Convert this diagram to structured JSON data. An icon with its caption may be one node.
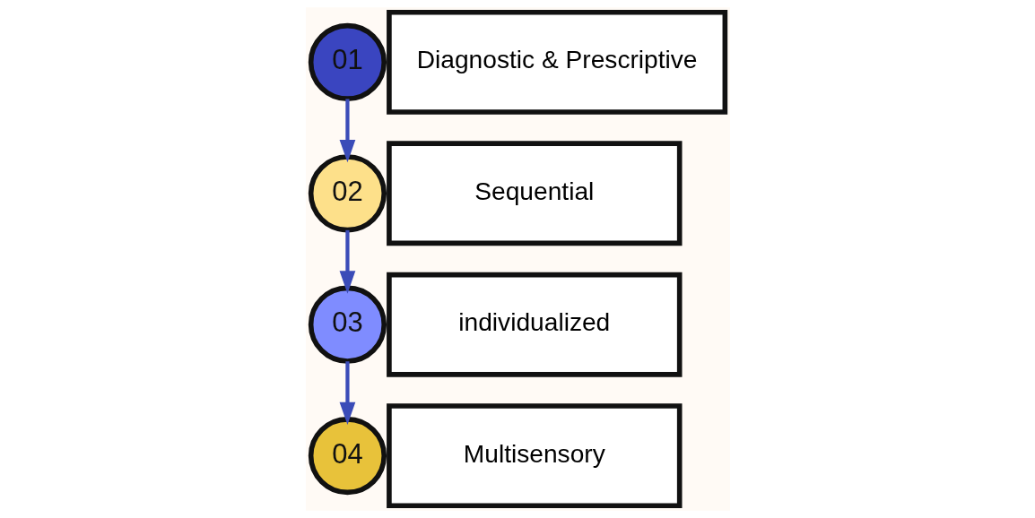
{
  "diagram": {
    "nodes": [
      {
        "text": [
          "01"
        ]
      },
      {
        "text": [
          "Diagnostic & Prescriptive"
        ]
      },
      {
        "text": [
          "02"
        ]
      },
      {
        "text": [
          "Sequential"
        ]
      },
      {
        "text": [
          "03"
        ]
      },
      {
        "text": [
          "individualized"
        ]
      },
      {
        "text": [
          "04"
        ]
      },
      {
        "text": [
          "Multisensory"
        ]
      }
    ],
    "edges": [
      {
        "from": 0,
        "to": 2,
        "arrow": "to"
      },
      {
        "from": 2,
        "to": 4,
        "arrow": "to"
      },
      {
        "from": 4,
        "to": 6,
        "arrow": "to"
      }
    ]
  }
}
